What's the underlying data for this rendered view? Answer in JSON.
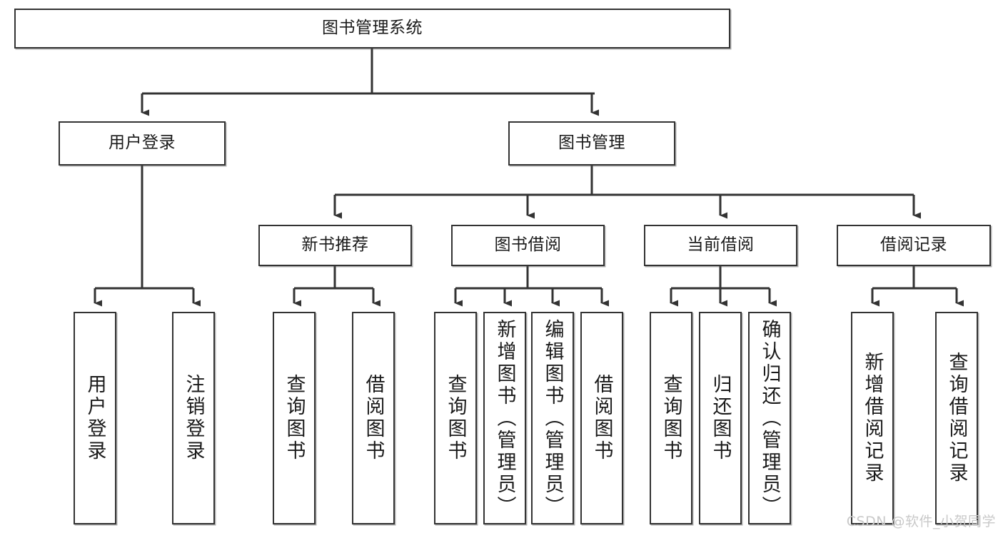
{
  "diagram": {
    "title": "图书管理系统",
    "root": {
      "label": "图书管理系统"
    },
    "level2": [
      {
        "label": "用户登录"
      },
      {
        "label": "图书管理"
      }
    ],
    "level3": [
      {
        "label": "新书推荐"
      },
      {
        "label": "图书借阅"
      },
      {
        "label": "当前借阅"
      },
      {
        "label": "借阅记录"
      }
    ],
    "leaves": {
      "user_login": [
        {
          "label": "用户登录"
        },
        {
          "label": "注销登录"
        }
      ],
      "new_book_recommend": [
        {
          "label": "查询图书"
        },
        {
          "label": "借阅图书"
        }
      ],
      "book_borrow": [
        {
          "label": "查询图书"
        },
        {
          "label": "新增图书（管理员）"
        },
        {
          "label": "编辑图书（管理员）"
        },
        {
          "label": "借阅图书"
        }
      ],
      "current_borrow": [
        {
          "label": "查询图书"
        },
        {
          "label": "归还图书"
        },
        {
          "label": "确认归还（管理员）"
        }
      ],
      "borrow_record": [
        {
          "label": "新增借阅记录"
        },
        {
          "label": "查询借阅记录"
        }
      ]
    },
    "watermark": "CSDN @软件_小贺同学",
    "colors": {
      "stroke": "#333333",
      "background": "#ffffff",
      "text": "#1a1a1a",
      "watermark": "#c9c9c9"
    }
  }
}
